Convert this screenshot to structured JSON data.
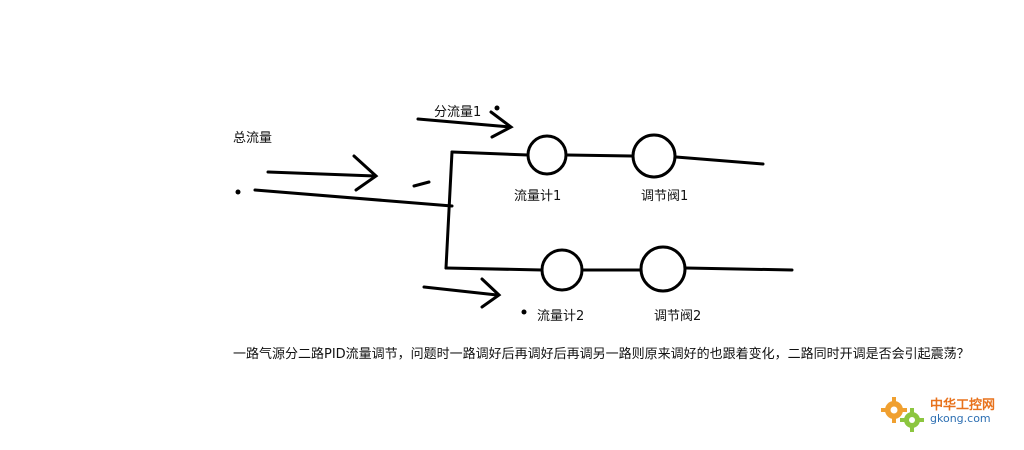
{
  "labels": {
    "total_flow": "总流量",
    "branch_flow_1": "分流量1",
    "flowmeter_1": "流量计1",
    "valve_1": "调节阀1",
    "flowmeter_2": "流量计2",
    "valve_2": "调节阀2"
  },
  "caption": "一路气源分二路PID流量调节，问题时一路调好后再调好后再调另一路则原来调好的也跟着变化，二路同时开调是否会引起震荡？",
  "watermark": {
    "brand": "中华工控网",
    "domain": "gkong.com",
    "brand_color": "#e8721c",
    "domain_color": "#2d6fb2"
  },
  "colors": {
    "line": "#000000",
    "background": "#ffffff"
  }
}
